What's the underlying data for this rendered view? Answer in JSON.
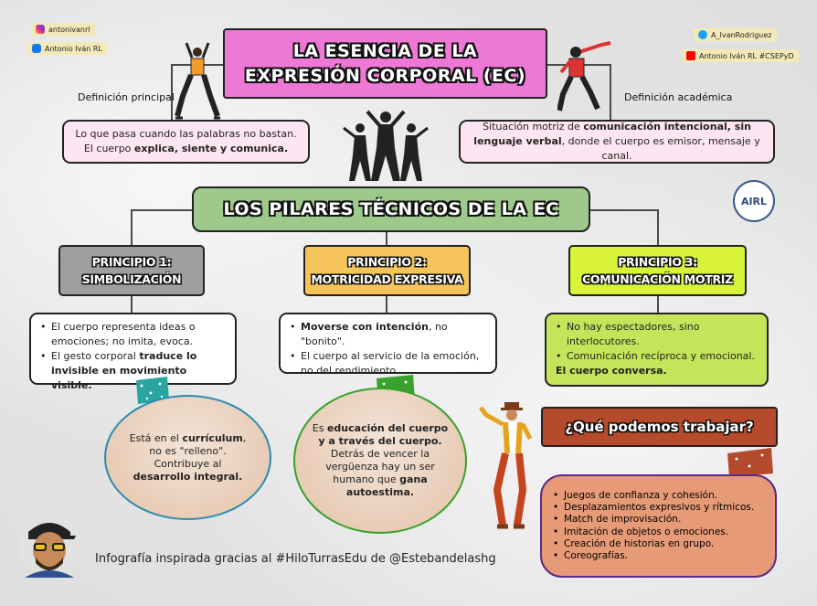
{
  "social": {
    "instagram": "antonivanrl",
    "facebook": "Antonio Iván RL",
    "twitter": "A_IvanRodriguez",
    "youtube": "Antonio Iván RL #CSEPyD"
  },
  "title": {
    "line1": "LA ESENCIA DE LA",
    "line2": "EXPRESIÓN CORPORAL (EC)"
  },
  "definitions": {
    "principal": {
      "label": "Definición principal",
      "text_before": "Lo que pasa cuando las palabras no bastan. El cuerpo ",
      "text_bold": "explica, siente y comunica."
    },
    "academica": {
      "label": "Definición académica",
      "text_before": "Situación motriz de ",
      "text_bold": "comunicación intencional, sin lenguaje verbal",
      "text_after": ", donde el cuerpo es emisor, mensaje y canal."
    }
  },
  "pillars_title": "LOS PILARES TÉCNICOS DE LA EC",
  "logo_text": "AIRL",
  "principles": [
    {
      "title1": "PRINCIPIO 1:",
      "title2": "SIMBOLIZACIÓN",
      "color": "#9e9e9e",
      "items": [
        {
          "plain": "El cuerpo representa ideas o emociones; no imita, evoca."
        },
        {
          "plain": "El gesto corporal ",
          "bold": "traduce lo invisible en movimiento visible."
        }
      ],
      "oval_before": "Está en el ",
      "oval_bold1": "currículum",
      "oval_mid": ", no es \"relleno\". Contribuye al ",
      "oval_bold2": "desarrollo integral."
    },
    {
      "title1": "PRINCIPIO 2:",
      "title2": "MOTRICIDAD EXPRESIVA",
      "color": "#f5c55b",
      "items": [
        {
          "bold": "Moverse con intención",
          "plain": ", no \"bonito\"."
        },
        {
          "plain": "El cuerpo al servicio de la emoción, no del rendimiento."
        }
      ],
      "oval_before": "Es ",
      "oval_bold1": "educación del cuerpo y a través del cuerpo.",
      "oval_mid": " Detrás de vencer la vergüenza hay un ser humano que ",
      "oval_bold2": "gana autoestima."
    },
    {
      "title1": "PRINCIPIO 3:",
      "title2": "COMUNICACIÓN MOTRIZ",
      "color": "#d8f33a",
      "items": [
        {
          "plain": "No hay espectadores, sino interlocutores."
        },
        {
          "plain": "Comunicación recíproca y emocional."
        }
      ],
      "closing": "El cuerpo conversa."
    }
  ],
  "question": "¿Qué podemos trabajar?",
  "work_items": [
    "Juegos de confianza y cohesión.",
    "Desplazamientos expresivos y rítmicos.",
    "Match de improvisación.",
    "Imitación de objetos o emociones.",
    "Creación de historias en grupo.",
    "Coreografías."
  ],
  "footer": "Infografía inspirada gracias al #HiloTurrasEdu de @Estebandelashg",
  "colors": {
    "title_bg": "#ee78d6",
    "pillars_bg": "#9fc98a",
    "question_bg": "#b54a2c",
    "work_bg": "#e79a76",
    "oval1_border": "#2a8bb0",
    "oval2_border": "#3aa02e",
    "principle3_bg": "#c4e55a"
  }
}
